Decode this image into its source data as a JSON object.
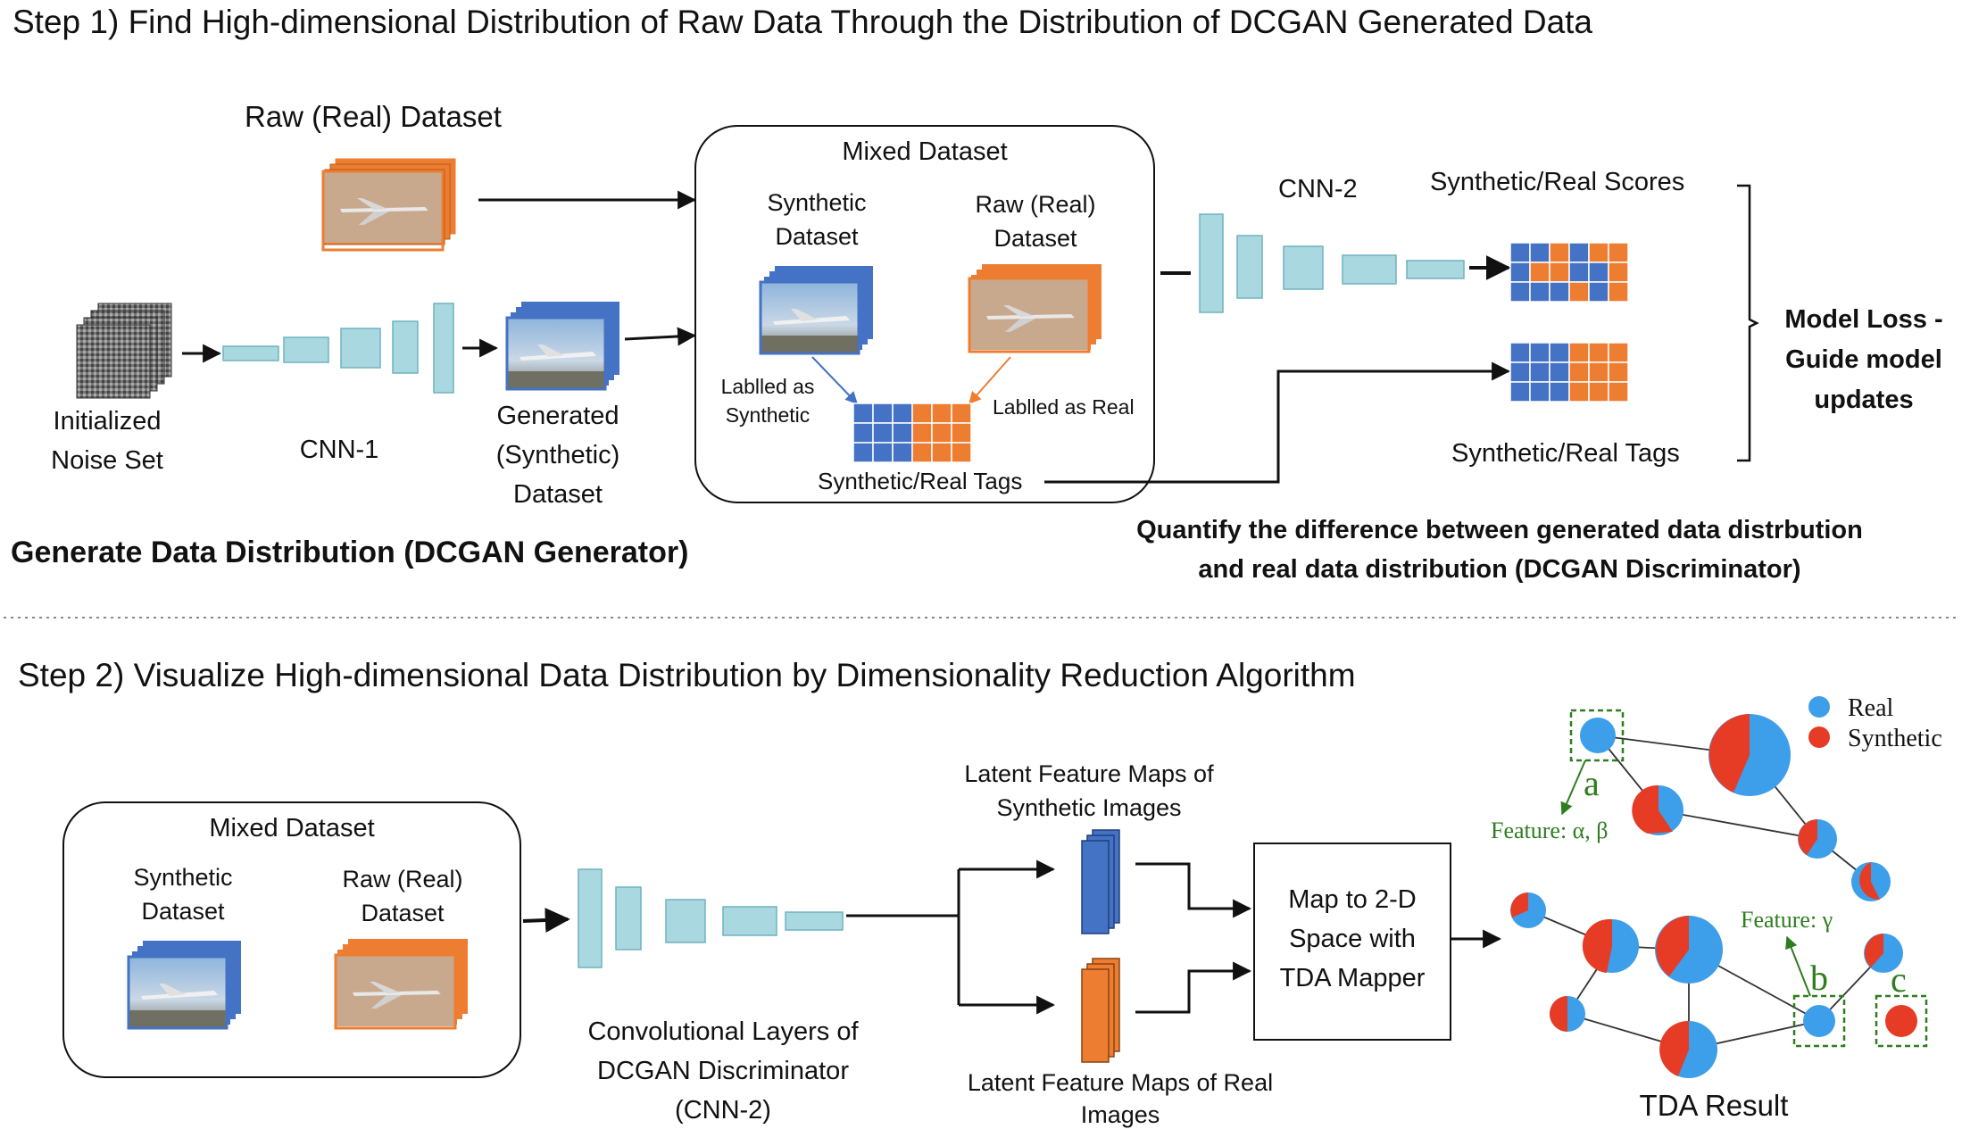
{
  "step1": {
    "title": "Step 1)  Find High-dimensional Distribution of Raw Data Through the Distribution of DCGAN Generated Data",
    "raw_dataset": "Raw (Real) Dataset",
    "noise_line1": "Initialized",
    "noise_line2": "Noise Set",
    "cnn1": "CNN-1",
    "generated_line1": "Generated",
    "generated_line2": "(Synthetic)",
    "generated_line3": "Dataset",
    "generator_caption": "Generate Data Distribution (DCGAN Generator)",
    "mixed_title": "Mixed Dataset",
    "mixed_synthetic_line1": "Synthetic",
    "mixed_synthetic_line2": "Dataset",
    "mixed_raw_line1": "Raw (Real)",
    "mixed_raw_line2": "Dataset",
    "labelled_synthetic_line1": "Lablled as",
    "labelled_synthetic_line2": "Synthetic",
    "labelled_real": "Lablled as Real",
    "tags_label": "Synthetic/Real Tags",
    "cnn2": "CNN-2",
    "scores_label": "Synthetic/Real Scores",
    "tags_label_right": "Synthetic/Real Tags",
    "loss_line1": "Model Loss -",
    "loss_line2": "Guide model",
    "loss_line3": "updates",
    "discriminator_caption_line1": "Quantify the difference between generated data distrbution",
    "discriminator_caption_line2": "and real data distribution (DCGAN Discriminator)"
  },
  "step2": {
    "title": "Step 2)  Visualize High-dimensional Data Distribution by Dimensionality Reduction Algorithm",
    "mixed_title": "Mixed Dataset",
    "synthetic_line1": "Synthetic",
    "synthetic_line2": "Dataset",
    "raw_line1": "Raw (Real)",
    "raw_line2": "Dataset",
    "conv_line1": "Convolutional Layers of",
    "conv_line2": "DCGAN Discriminator",
    "conv_line3": "(CNN-2)",
    "latent_synth_line1": "Latent Feature Maps of",
    "latent_synth_line2": "Synthetic Images",
    "latent_real_line1": "Latent Feature Maps of Real",
    "latent_real_line2": "Images",
    "mapper_line1": "Map to 2-D",
    "mapper_line2": "Space with",
    "mapper_line3": "TDA Mapper",
    "tda_result": "TDA Result",
    "legend_real": "Real",
    "legend_synthetic": "Synthetic",
    "label_a": "a",
    "label_b": "b",
    "label_c": "c",
    "feature_ab": "Feature: α, β",
    "feature_g": "Feature: γ"
  },
  "colors": {
    "real": "#3d9eea",
    "synthetic": "#e63b24",
    "blue_cell": "#4472c4",
    "orange_cell": "#ed7d31",
    "layer": "#a9d8e0",
    "green": "#2e7d1f"
  }
}
